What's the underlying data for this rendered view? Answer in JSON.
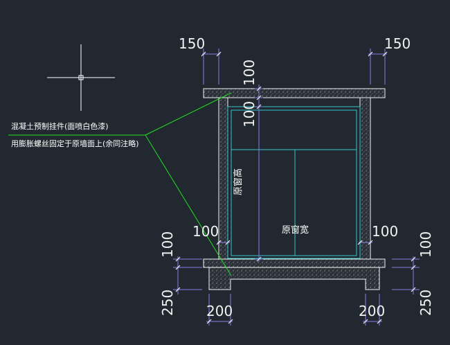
{
  "colors": {
    "background": "#212830",
    "wall_outline": "#f2f2f2",
    "wall_hatch": "#a6a6a6",
    "window_frame": "#33c6cf",
    "leader": "#22e022",
    "dimension_line": "#8c7de8",
    "dimension_text": "#f2f2f2",
    "crosshair": "#ffffff"
  },
  "icons": {
    "cursor": "crosshair-icon"
  },
  "annotations": {
    "line1": "混凝土预制挂件(面喷白色漆)",
    "line2": "用膨胀螺丝固定于原墙面上(余同注略)"
  },
  "window_labels": {
    "height": "原窗高",
    "width": "原窗宽"
  },
  "dimensions": {
    "top_left_150": "150",
    "top_right_150": "150",
    "vertical_100_a": "100",
    "vertical_100_b": "100",
    "sill_left_100": "100",
    "sill_right_100": "100",
    "left_100": "100",
    "left_250": "250",
    "right_100": "100",
    "right_250": "250",
    "bottom_left_200": "200",
    "bottom_right_200": "200"
  }
}
